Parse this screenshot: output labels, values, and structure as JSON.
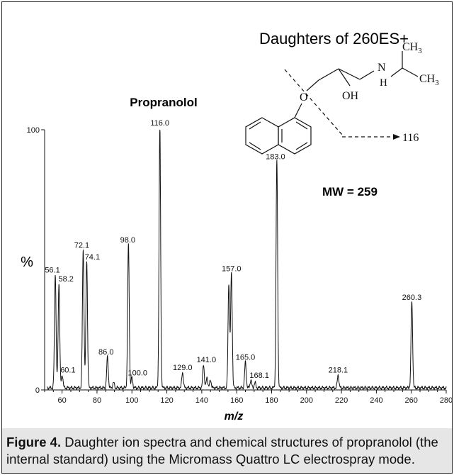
{
  "chart_data": {
    "type": "line",
    "title": "Propranolol",
    "subtitle": "Daughters of 260ES+",
    "xlabel": "m/z",
    "ylabel": "%",
    "xlim": [
      50,
      280
    ],
    "ylim": [
      0,
      100
    ],
    "x_ticks": [
      60,
      80,
      100,
      120,
      140,
      160,
      180,
      200,
      220,
      240,
      260,
      280
    ],
    "y_ticks": [
      0,
      100
    ],
    "peaks": [
      {
        "mz": 56.1,
        "intensity": 44,
        "label": "56.1"
      },
      {
        "mz": 58.2,
        "intensity": 40,
        "label": "58.2"
      },
      {
        "mz": 60.1,
        "intensity": 5,
        "label": "60.1"
      },
      {
        "mz": 72.1,
        "intensity": 53,
        "label": "72.1"
      },
      {
        "mz": 74.1,
        "intensity": 49,
        "label": "74.1"
      },
      {
        "mz": 86.0,
        "intensity": 12,
        "label": "86.0"
      },
      {
        "mz": 98.0,
        "intensity": 55,
        "label": "98.0"
      },
      {
        "mz": 100.0,
        "intensity": 4,
        "label": "100.0"
      },
      {
        "mz": 116.0,
        "intensity": 100,
        "label": "116.0"
      },
      {
        "mz": 129.0,
        "intensity": 6,
        "label": "129.0"
      },
      {
        "mz": 141.0,
        "intensity": 9,
        "label": "141.0"
      },
      {
        "mz": 157.0,
        "intensity": 44,
        "label": "157.0"
      },
      {
        "mz": 165.0,
        "intensity": 10,
        "label": "165.0"
      },
      {
        "mz": 168.1,
        "intensity": 3,
        "label": "168.1"
      },
      {
        "mz": 183.0,
        "intensity": 87,
        "label": "183.0"
      },
      {
        "mz": 218.1,
        "intensity": 5,
        "label": "218.1"
      },
      {
        "mz": 260.3,
        "intensity": 33,
        "label": "260.3"
      }
    ],
    "minor_peaks": [
      {
        "mz": 89.5,
        "intensity": 2
      },
      {
        "mz": 143.0,
        "intensity": 4
      },
      {
        "mz": 145.0,
        "intensity": 3
      },
      {
        "mz": 155.5,
        "intensity": 40
      },
      {
        "mz": 170.5,
        "intensity": 2
      }
    ]
  },
  "structure": {
    "substituents": {
      "ch3_top": "CH3",
      "ch3_right": "CH3",
      "nh": "H",
      "n": "N",
      "oh": "OH",
      "o": "O",
      "fragment_mass": "116"
    },
    "mw": "MW = 259"
  },
  "caption": {
    "label": "Figure 4.",
    "text": " Daughter ion spectra and chemical structures of propranolol (the internal standard) using the Micromass Quattro LC electrospray mode."
  }
}
